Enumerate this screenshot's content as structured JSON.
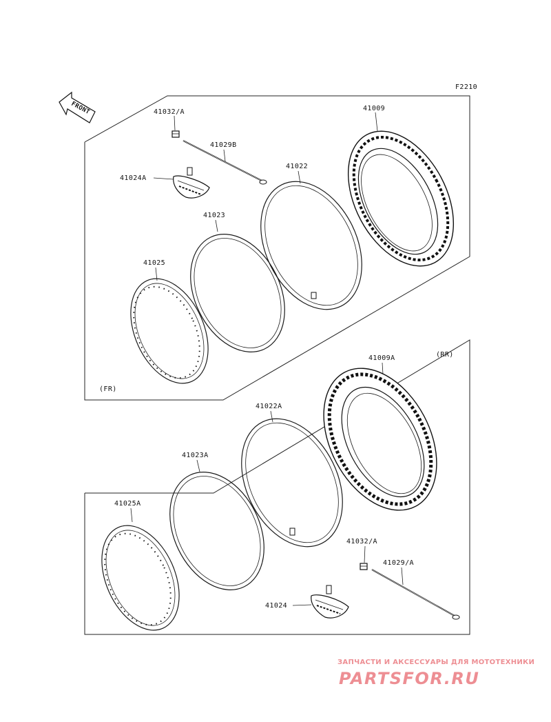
{
  "figure_code": "F2210",
  "front_arrow_text": "FRONT",
  "sections": {
    "front": {
      "tag": "(FR)"
    },
    "rear": {
      "tag": "(RR)"
    }
  },
  "parts": {
    "front": {
      "valve_cap": "41032/A",
      "spoke_wire": "41029B",
      "rim_band": "41024A",
      "tube": "41022",
      "tire": "41009",
      "rim_strip": "41023",
      "rim": "41025"
    },
    "rear": {
      "tire": "41009A",
      "tube": "41022A",
      "rim_strip": "41023A",
      "rim": "41025A",
      "valve_cap": "41032/A",
      "spoke_wire": "41029/A",
      "rim_band": "41024"
    }
  },
  "watermark": {
    "subtitle": "ЗАПЧАСТИ И АКСЕССУАРЫ ДЛЯ МОТОТЕХНИКИ",
    "brand": "PARTSFOR.RU",
    "color": "#e0323c"
  },
  "colors": {
    "line": "#1a1a1a",
    "background": "#ffffff"
  }
}
